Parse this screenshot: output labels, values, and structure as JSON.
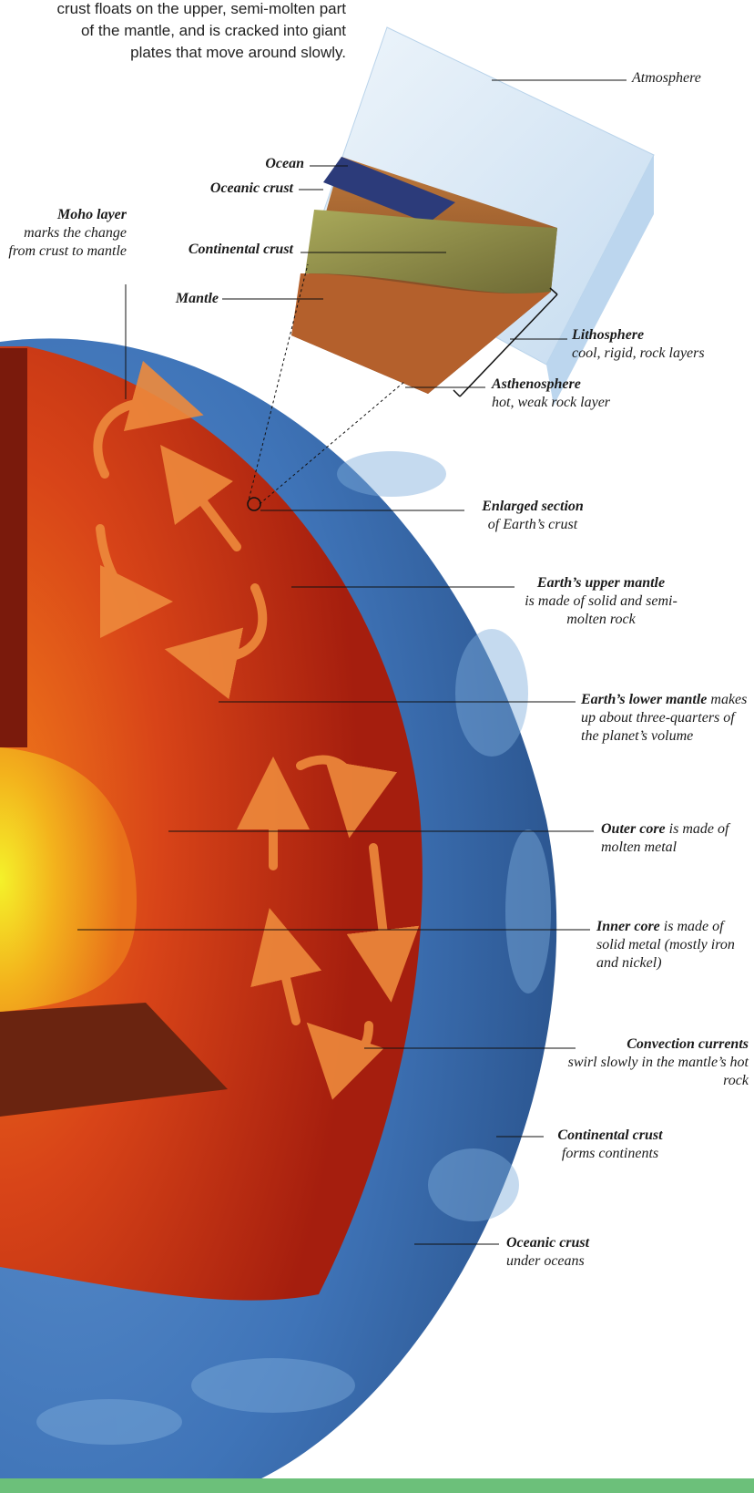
{
  "intro_text": "crust floats on the upper, semi-molten part of the mantle, and is cracked into giant plates that move around slowly.",
  "labels": {
    "atmosphere": {
      "title": "Atmosphere"
    },
    "ocean": {
      "title": "Ocean"
    },
    "oceanic_crust_top": {
      "title": "Oceanic crust"
    },
    "moho": {
      "title": "Moho layer",
      "desc": "marks the change from crust to mantle"
    },
    "continental_crust_top": {
      "title": "Continental crust"
    },
    "mantle": {
      "title": "Mantle"
    },
    "lithosphere": {
      "title": "Lithosphere",
      "desc": "cool, rigid, rock layers"
    },
    "asthenosphere": {
      "title": "Asthenosphere",
      "desc": "hot, weak rock layer"
    },
    "enlarged": {
      "title": "Enlarged section",
      "desc": "of Earth’s crust"
    },
    "upper_mantle": {
      "title": "Earth’s upper mantle",
      "desc": "is made of solid and semi-molten rock"
    },
    "lower_mantle": {
      "title": "Earth’s lower mantle",
      "desc": "makes up about three-quarters of the planet’s volume"
    },
    "outer_core": {
      "title": "Outer core",
      "desc": "is made of molten metal"
    },
    "inner_core": {
      "title": "Inner core",
      "desc": "is made of solid metal (mostly iron and nickel)"
    },
    "convection": {
      "title": "Convection currents",
      "desc": "swirl slowly in the mantle’s hot rock"
    },
    "continental_crust": {
      "title": "Continental crust",
      "desc": "forms continents"
    },
    "oceanic_crust": {
      "title": "Oceanic crust",
      "desc": "under oceans"
    }
  },
  "colors": {
    "ocean_blue": "#3f74b8",
    "mantle_red": "#c62a12",
    "core_yellow": "#f6ee2a",
    "arrow_orange": "#ee8a3c",
    "band_green": "#6cc07a"
  }
}
